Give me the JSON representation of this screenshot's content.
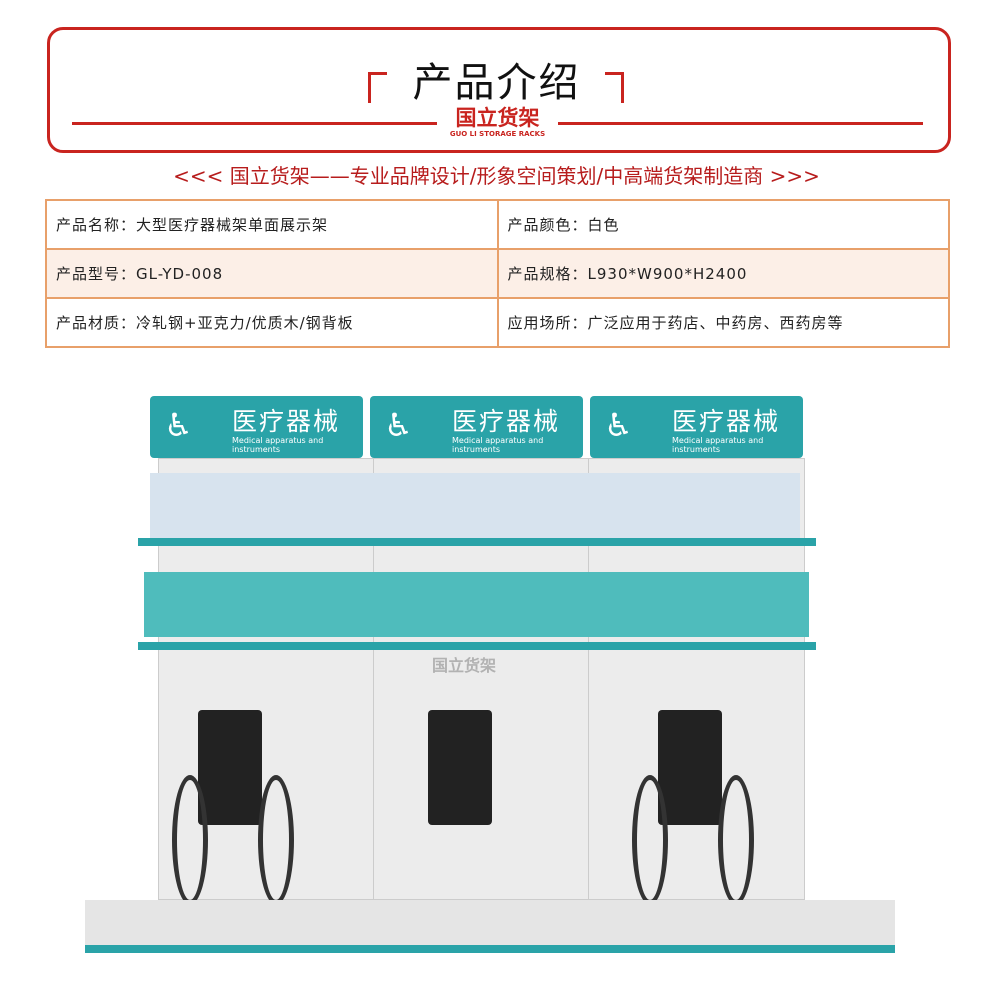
{
  "header": {
    "title": "产品介绍",
    "logo_cn": "国立货架",
    "logo_en": "GUO LI STORAGE RACKS"
  },
  "slogan": "<<< 国立货架——专业品牌设计/形象空间策划/中高端货架制造商 >>>",
  "specs": [
    [
      "产品名称：大型医疗器械架单面展示架",
      "产品颜色：白色"
    ],
    [
      "产品型号：GL-YD-008",
      "产品规格：L930*W900*H2400"
    ],
    [
      "产品材质：冷轧钢+亚克力/优质木/钢背板",
      "应用场所：广泛应用于药店、中药房、西药房等"
    ]
  ],
  "product_image": {
    "sign_cn": "医疗器械",
    "sign_en": "Medical apparatus and instruments",
    "watermark": "国立货架",
    "colors": {
      "teal": "#2aa3a8",
      "red": "#c9241f"
    }
  }
}
